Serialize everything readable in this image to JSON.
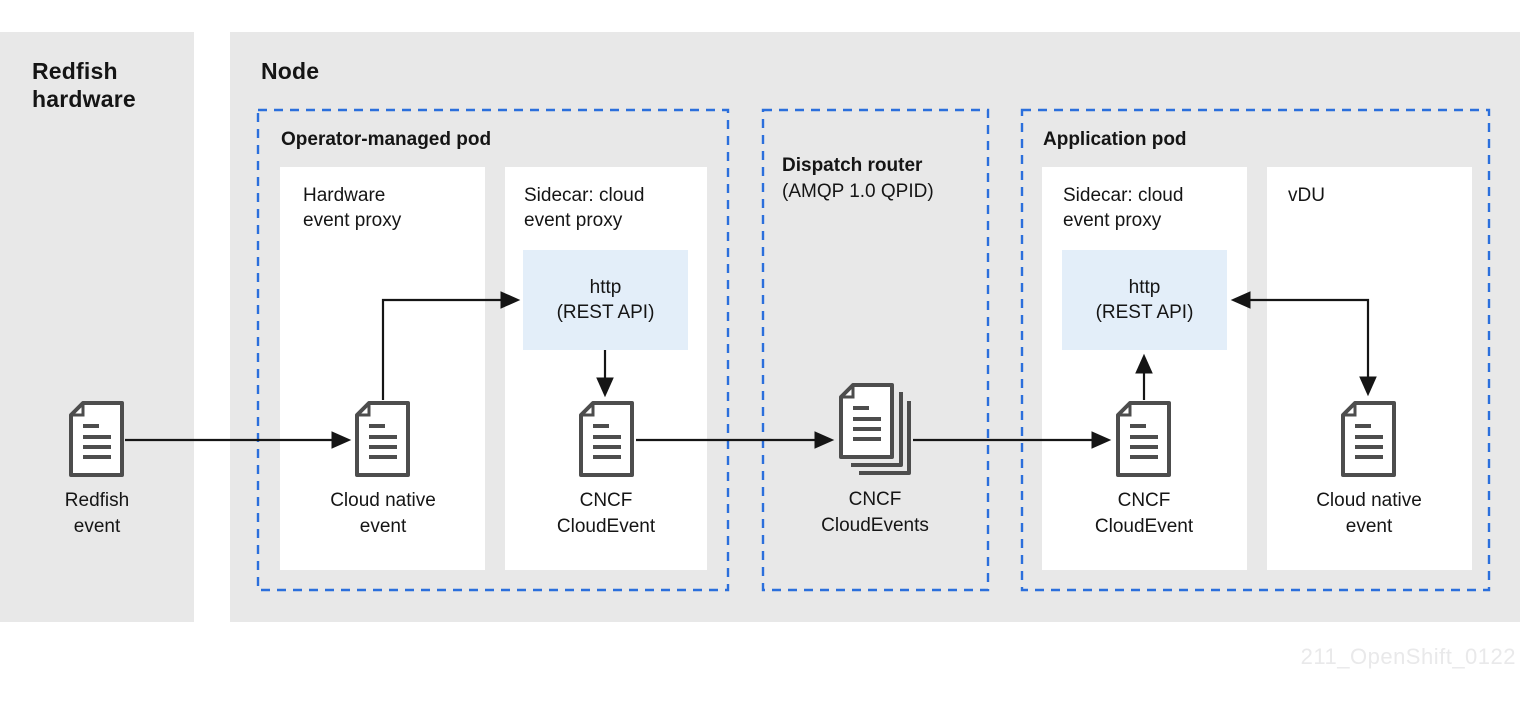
{
  "colors": {
    "panel_gray": "#e8e8e8",
    "dashed_blue": "#2b6fdc",
    "http_blue": "#e3eef9",
    "ink": "#151515",
    "icon_stroke": "#4d4d4d",
    "watermark_gray": "#e9e9ea"
  },
  "panels": {
    "redfish_hardware": {
      "title": "Redfish\nhardware"
    },
    "node": {
      "title": "Node"
    }
  },
  "pods": {
    "operator": {
      "title": "Operator-managed pod"
    },
    "dispatch": {
      "title": "Dispatch router",
      "subtitle": "(AMQP 1.0 QPID)"
    },
    "application": {
      "title": "Application pod"
    }
  },
  "containers": {
    "hardware_event_proxy": {
      "label": "Hardware\nevent proxy"
    },
    "sidecar_left": {
      "label": "Sidecar: cloud\nevent proxy"
    },
    "sidecar_right": {
      "label": "Sidecar: cloud\nevent proxy"
    },
    "vdu": {
      "label": "vDU"
    }
  },
  "http_boxes": {
    "left": {
      "label": "http\n(REST API)"
    },
    "right": {
      "label": "http\n(REST API)"
    }
  },
  "events": {
    "redfish": {
      "label": "Redfish\nevent"
    },
    "cloud_native_left": {
      "label": "Cloud native\nevent"
    },
    "cncf_left": {
      "label": "CNCF\nCloudEvent"
    },
    "cncf_stack": {
      "label": "CNCF\nCloudEvents"
    },
    "cncf_right": {
      "label": "CNCF\nCloudEvent"
    },
    "cloud_native_right": {
      "label": "Cloud native\nevent"
    }
  },
  "watermark": "211_OpenShift_0122"
}
